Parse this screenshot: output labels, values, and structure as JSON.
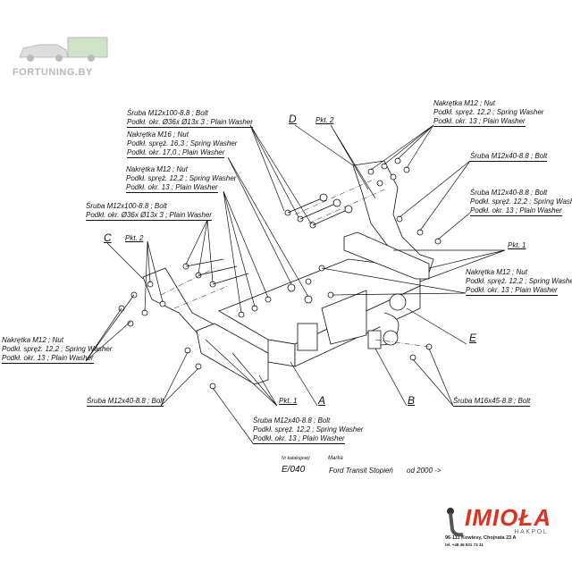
{
  "watermark": {
    "text": "FORTUNING.BY"
  },
  "labels": {
    "bolt_m12x100_top": [
      "Śruba M12x100-8.8 ;  Bolt",
      "Podkł. okr.  Ø36x Ø13x 3 ; Plain Washer"
    ],
    "nut_m16": [
      "Nakrętka  M16 ; Nut",
      "Podkł. spręż. 16,3 ; Spring Washer",
      "Podkł. okr. 17,0 ;  Plain Washer"
    ],
    "nut_m12_left_upper": [
      "Nakrętka  M12 ; Nut",
      "Podkł. spręż. 12,2 ; Spring Washer",
      "Podkł. okr. 13 ; Plain Washer"
    ],
    "bolt_m12x100_left": [
      "Śruba M12x100-8.8 ;  Bolt",
      "Podkł. okr.  Ø36x Ø13x 3 ; Plain Washer"
    ],
    "nut_m12_top_right": [
      "Nakrętka  M12 ; Nut",
      "Podkł. spręż. 12,2 ; Spring Washer",
      "Podkł. okr. 13 ; Plain Washer"
    ],
    "bolt_m12x40_right": [
      "Śruba M12x40-8.8 ;  Bolt"
    ],
    "bolt_m12x40_right_full": [
      "Śruba M12x40-8.8 ;  Bolt",
      "Podkł. spręż. 12,2 ; Spring Washer",
      "Podkł. okr. 13 ; Plain Washer"
    ],
    "nut_m12_right": [
      "Nakrętka  M12 ; Nut",
      "Podkł. spręż. 12,2 ; Spring Washer",
      "Podkł. okr. 13 ; Plain Washer"
    ],
    "nut_m12_left": [
      "Nakrętka  M12 ; Nut",
      "Podkł. spręż. 12,2 ; Spring Washer",
      "Podkł. okr. 13 ; Plain Washer"
    ],
    "bolt_m12x40_bottom_left": [
      "Śruba M12x40-8.8 ;  Bolt"
    ],
    "bolt_m16x45": [
      "Śruba M16x45-8.8 ;  Bolt"
    ],
    "bolt_m12x40_bottom": [
      "Śruba M12x40-8.8 ;  Bolt",
      "Podkł. spręż. 12,2 ; Spring Washer",
      "Podkł. okr. 13 ; Plain Washer"
    ]
  },
  "parts": {
    "A": "A",
    "B": "B",
    "C": "C",
    "D": "D",
    "E": "E",
    "pkt1": "Pkt. 1",
    "pkt2": "Pkt. 2"
  },
  "catalog": {
    "number_label": "Nr katalogowy",
    "brand_label": "Marka",
    "number": "E/040",
    "model": "Ford Transit Stopień",
    "years": "od 2000 ->"
  },
  "manufacturer": {
    "name": "IMIOŁA",
    "sub": "HAKPOL",
    "address": "96-111 Kowiesy, Chojnata 23 A",
    "phone": "tel. +48 46 831 73 31",
    "color": "#e0301e"
  }
}
